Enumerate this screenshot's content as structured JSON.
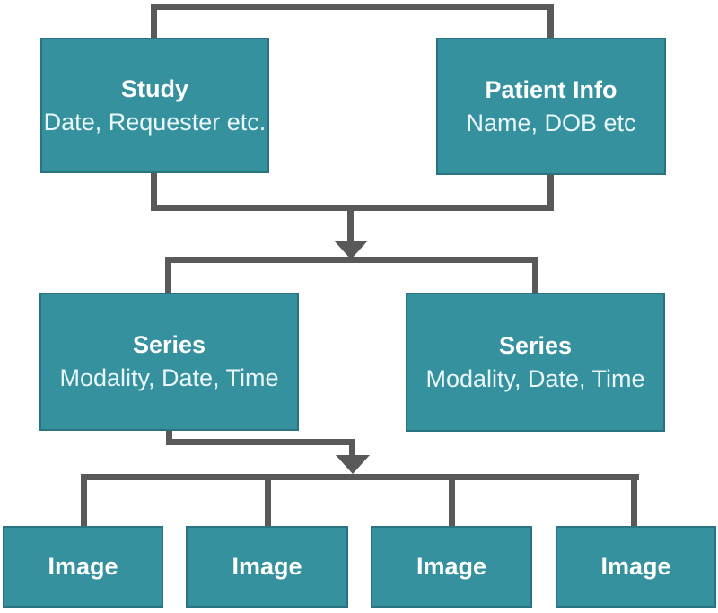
{
  "diagram": {
    "type": "hierarchy-flowchart",
    "colors": {
      "box_fill": "#35919E",
      "box_border": "#2A7380",
      "connector_line": "#595959",
      "title_text": "#FFFFFF",
      "subtitle_text": "#E9F6FA",
      "background": "#FFFFFF"
    },
    "nodes": {
      "study": {
        "title": "Study",
        "subtitle": "Date, Requester etc."
      },
      "patient_info": {
        "title": "Patient Info",
        "subtitle": "Name, DOB etc"
      },
      "series_left": {
        "title": "Series",
        "subtitle": "Modality, Date, Time"
      },
      "series_right": {
        "title": "Series",
        "subtitle": "Modality, Date, Time"
      },
      "image_1": {
        "title": "Image"
      },
      "image_2": {
        "title": "Image"
      },
      "image_3": {
        "title": "Image"
      },
      "image_4": {
        "title": "Image"
      }
    }
  }
}
